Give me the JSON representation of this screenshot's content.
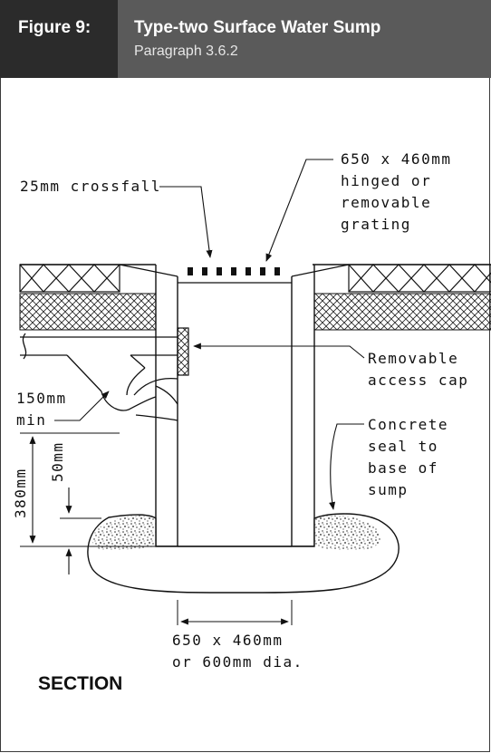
{
  "figure": {
    "number": "Figure 9:",
    "title": "Type-two Surface Water Sump",
    "subtitle": "Paragraph 3.6.2"
  },
  "labels": {
    "crossfall": "25mm crossfall",
    "grating_l1": "650 x 460mm",
    "grating_l2": "hinged or",
    "grating_l3": "removable",
    "grating_l4": "grating",
    "cap_l1": "Removable",
    "cap_l2": "access cap",
    "min_l1": "150mm",
    "min_l2": "min",
    "seal_l1": "Concrete",
    "seal_l2": "seal to",
    "seal_l3": "base of",
    "seal_l4": "sump",
    "dim_380": "380mm",
    "dim_50": "50mm",
    "base_l1": "650 x 460mm",
    "base_l2": "or 600mm dia.",
    "section": "SECTION"
  }
}
